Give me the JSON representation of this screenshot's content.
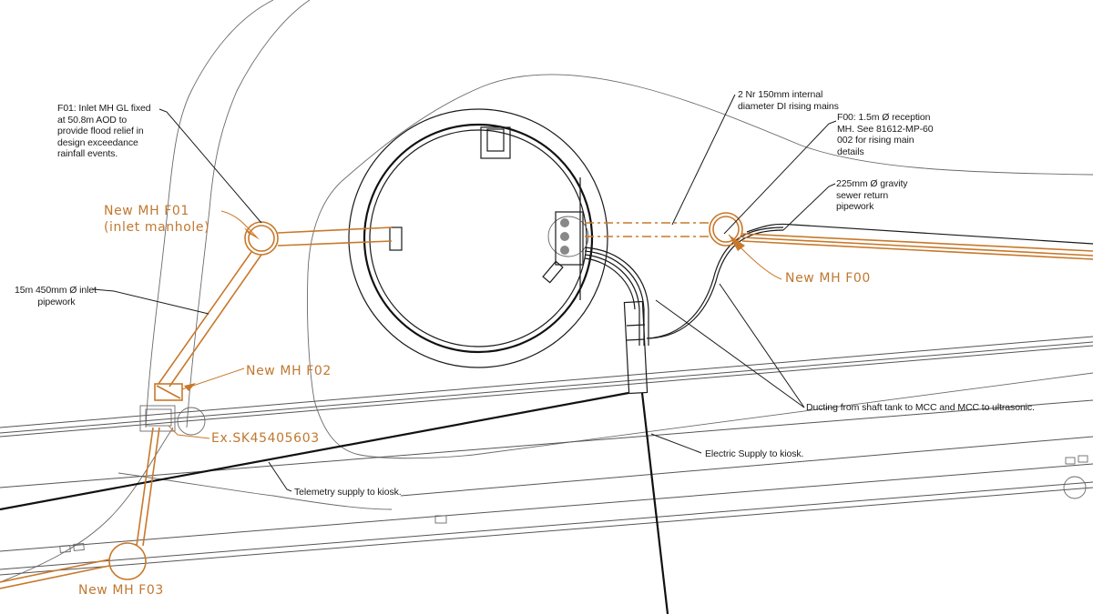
{
  "drawing": {
    "type": "site-plan",
    "colors": {
      "new_works": "#c8782a",
      "existing_linework": "#6a6a6a",
      "annotation_text": "#1a1a1a",
      "background": "#ffffff"
    }
  },
  "manhole_labels": {
    "f01_line1": "New MH F01",
    "f01_line2": "(inlet manhole)",
    "f02": "New MH F02",
    "existing": "Ex.SK45405603",
    "f03": "New MH F03",
    "f00": "New MH F00"
  },
  "notes": {
    "f01_inlet": "F01: Inlet MH GL fixed\nat 50.8m AOD to\nprovide flood relief in\ndesign exceedance\nrainfall events.",
    "inlet_pipework": "15m 450mm Ø inlet\n         pipework",
    "rising_mains": "2 Nr 150mm internal\ndiameter DI rising mains",
    "f00_reception": "F00: 1.5m Ø reception\nMH. See 81612-MP-60\n002 for rising main\ndetails",
    "gravity_sewer": "225mm Ø gravity\nsewer return\npipework",
    "ducting": "Ducting from shaft tank to MCC and MCC to ultrasonic.",
    "electric_supply": "Electric Supply to kiosk.",
    "telemetry_supply": "Telemetry supply to kiosk."
  }
}
